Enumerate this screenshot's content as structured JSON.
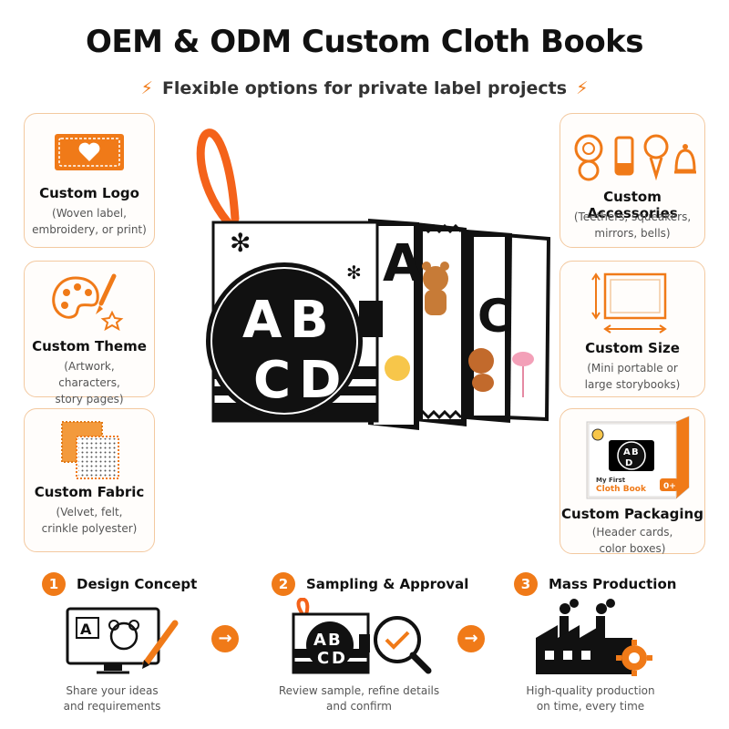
{
  "header": {
    "title": "OEM & ODM Custom Cloth Books",
    "subtitle": "Flexible options for private label projects"
  },
  "left_cards": [
    {
      "title": "Custom Logo",
      "desc_line1": "(Woven label,",
      "desc_line2": "embroidery, or print)",
      "icon": "heart-label-icon"
    },
    {
      "title": "Custom Theme",
      "desc_line1": "(Artwork, characters,",
      "desc_line2": "story pages)",
      "icon": "palette-brush-icon"
    },
    {
      "title": "Custom Fabric",
      "desc_line1": "(Velvet, felt,",
      "desc_line2": "crinkle polyester)",
      "icon": "fabric-swatch-icon"
    }
  ],
  "right_cards": [
    {
      "title": "Custom Accessories",
      "desc_line1": "(Teethers,  squeakers,",
      "desc_line2": "mirrors, bells)",
      "icon": "accessories-icon"
    },
    {
      "title": "Custom Size",
      "desc_line1": "(Mini portable or",
      "desc_line2": "large storybooks)",
      "icon": "size-frame-icon"
    },
    {
      "title": "Custom Packaging",
      "desc_line1": "(Header cards,",
      "desc_line2": "color boxes)",
      "icon": "package-box-icon"
    }
  ],
  "book": {
    "letters": [
      "A",
      "B",
      "C",
      "D"
    ],
    "pages_letters": [
      "A",
      "C"
    ]
  },
  "package": {
    "line1": "My First",
    "line2": "Cloth Book",
    "age": "0+"
  },
  "steps": [
    {
      "number": "1",
      "title": "Design Concept",
      "desc_line1": "Share your ideas",
      "desc_line2": "and requirements",
      "icon": "monitor-design-icon",
      "screen_letter": "A"
    },
    {
      "number": "2",
      "title": "Sampling & Approval",
      "desc_line1": "Review sample, refine details",
      "desc_line2": "and confirm",
      "icon": "sample-review-icon"
    },
    {
      "number": "3",
      "title": "Mass Production",
      "desc_line1": "High-quality production",
      "desc_line2": "on time, every time",
      "icon": "factory-icon"
    }
  ],
  "colors": {
    "accent": "#f07a18",
    "card_border": "#f3c9a0",
    "ink": "#111111"
  }
}
